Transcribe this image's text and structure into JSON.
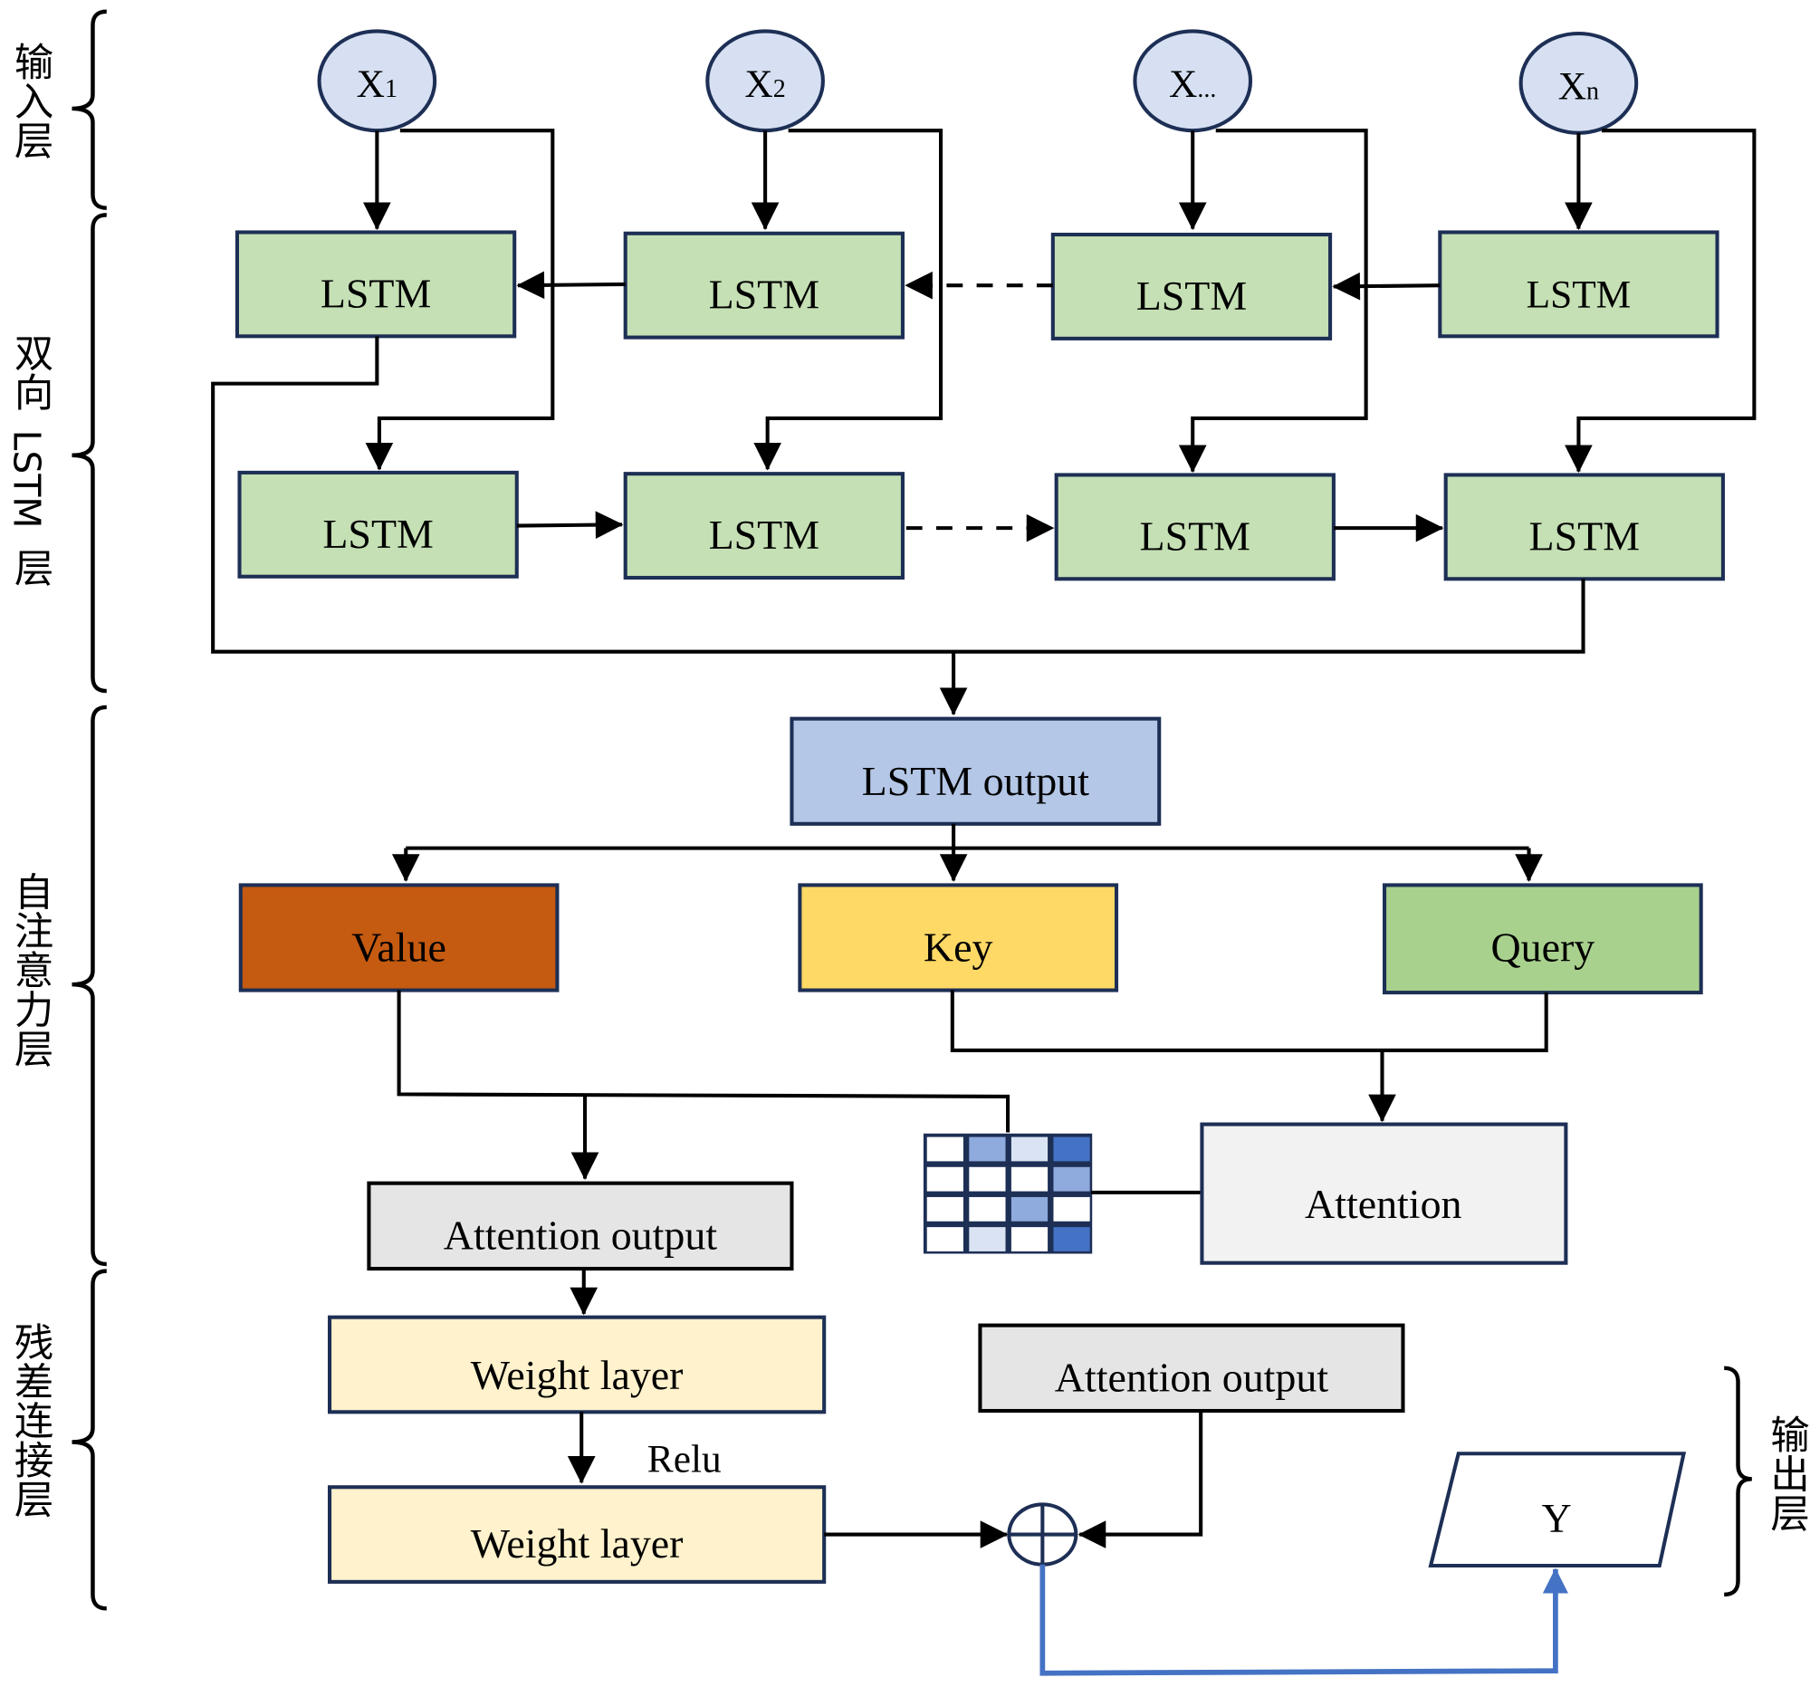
{
  "colors": {
    "input_fill": "#d6e0f2",
    "lstm_fill": "#c5e0b4",
    "lstm_output_fill": "#b4c7e7",
    "value_fill": "#c55a11",
    "key_fill": "#ffd966",
    "query_fill": "#a9d18e",
    "attention_fill": "#f2f2f2",
    "attention_output_fill": "#e5e5e5",
    "weight_fill": "#fff2cc",
    "border_navy": "#1d2f55",
    "output_arrow": "#4472c4",
    "grid_light": "#dae3f3",
    "grid_mid": "#8faadc",
    "grid_dark": "#4472c4"
  },
  "layer_labels": {
    "input": "输入层",
    "bilstm_prefix": "双向",
    "bilstm_mid": "LSTM",
    "bilstm_suffix": "层",
    "self_attention": "自注意力层",
    "residual": "残差连接层",
    "output": "输出层"
  },
  "inputs": [
    {
      "base": "X",
      "sub": "1"
    },
    {
      "base": "X",
      "sub": "2"
    },
    {
      "base": "X",
      "sub": "..."
    },
    {
      "base": "X",
      "sub": "n"
    }
  ],
  "lstm_row_backward": [
    "LSTM",
    "LSTM",
    "LSTM",
    "LSTM"
  ],
  "lstm_row_forward": [
    "LSTM",
    "LSTM",
    "LSTM",
    "LSTM"
  ],
  "lstm_output": "LSTM output",
  "qkv": {
    "value": "Value",
    "key": "Key",
    "query": "Query"
  },
  "attention": "Attention",
  "attention_output_1": "Attention output",
  "attention_output_2": "Attention output",
  "weight_layer_1": "Weight layer",
  "weight_layer_2": "Weight layer",
  "relu": "Relu",
  "output_y": "Y",
  "attention_matrix": [
    [
      "white",
      "mid",
      "light",
      "dark"
    ],
    [
      "white",
      "white",
      "white",
      "mid"
    ],
    [
      "white",
      "white",
      "mid",
      "white"
    ],
    [
      "white",
      "light",
      "white",
      "dark"
    ]
  ]
}
